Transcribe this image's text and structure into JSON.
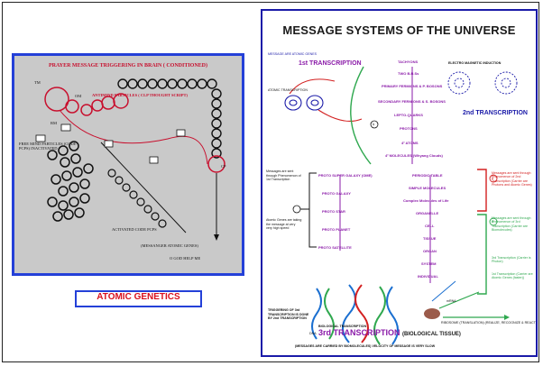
{
  "left": {
    "title": "PRAYER MESSAGE TRIGGERING IN BRAIN ( CONDITIONED)",
    "antimind": "ANTIMIND PARTICLES ( CLP THOUGHT SCRIPT)",
    "free_mind": "FREE MIND PARTICLES (CODE PCPS) INACTIVATED",
    "activated": "ACTIVATED CODE PCPS",
    "messenger": "(MESSANGER ATOMIC GENES)",
    "help": "O GOD HELP ME",
    "tm": "TM",
    "om": "OM",
    "rm": "RM",
    "cp": "CP",
    "caption": "ATOMIC GENETICS"
  },
  "right": {
    "title": "MESSAGE SYSTEMS OF THE UNIVERSE",
    "first_transcription": "1st TRANSCRIPTION",
    "second_transcription": "2nd TRANSCRIPTION",
    "third_transcription": "3rd TRANSCRIPTION",
    "third_transcription_suffix": "(BIOLOGICAL TISSUE)",
    "em_induction": "ELECTRO MAGNETIC INDUCTION",
    "message_are_atomic_genes": "MESSAGE ARE ATOMIC GENES",
    "atomic_transcription": "ATOMIC TRANSCRIPTION",
    "chain_left": [
      "TACHYONS",
      "TWO B.R.Ss",
      "PRIMARY FERMIONS & P. BOSONS",
      "SECONDARY FERMIONS & S. BOSONS",
      "LEPTO-QUARKS",
      "PROTONS",
      "4² ATOMS",
      "4² MOLECULES (Whyang Clouds)"
    ],
    "galaxy_chain": [
      "PROTO SUPER GALAXY (OME)",
      "PROTO GALAXY",
      "PROTO STAR",
      "PROTO PLANET",
      "PROTO SATELLITE"
    ],
    "bio_chain": [
      "PERIODIC TABLE",
      "SIMPLE MOLECULES",
      "Complex Molecules of Life",
      "ORGANELLE",
      "CELL",
      "TISSUE",
      "ORGAN",
      "SYSTEM",
      "INDIVIDUAL"
    ],
    "biological_transcription": "BIOLOGICAL TRANSCRIPTION",
    "dna": "DNA",
    "mrna": "mRNA",
    "ribosome": "RIBOSOME (TRANSLATION) (REALIZE, RECOGNIZE & REACT)",
    "triggering": "TRIGGERING OF 3rd TRANSCRIPTION IS DONE BY 2nd TRANSCRIPTION",
    "footnote": "(MESSAGES ARE CARRIED BY BIOMOLECULES) VELOCITY OF MESSAGE IS VERY SLOW",
    "numbers": [
      "1",
      "2",
      "3"
    ],
    "left_notes": [
      "Messages are sent through Phenomenon of 1st Transcription",
      "Atomic Genes are taking the message at very very high speed"
    ],
    "right_notes": [
      "Messages are sent through Phenomenon of 2nd Transcription (Carrier are Photons and Atomic Genes)",
      "Messages are sent through Phenomenon of 3rd Transcription (Carrier are Biomolecules)",
      "3rd Transcription (Carrier is Photon)",
      "1st Transcription (Carrier are Atomic Genes (faster))"
    ]
  },
  "colors": {
    "panel_border": "#2440d8",
    "caption_red": "#d8101e",
    "purple": "#8a1aa8",
    "red": "#d32020",
    "green": "#2fa84f"
  }
}
